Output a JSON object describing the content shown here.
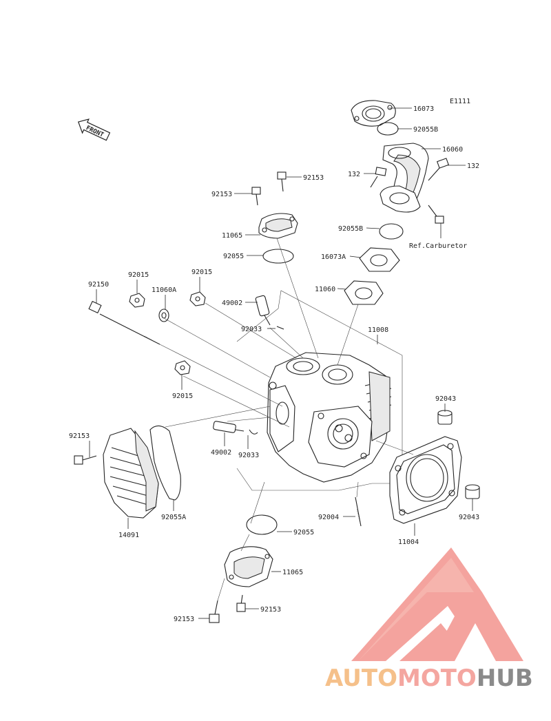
{
  "diagram": {
    "code": "E1111",
    "front_label": "FRONT",
    "ref_note": "Ref.Carburetor",
    "labels": [
      {
        "id": "16073",
        "text": "16073"
      },
      {
        "id": "92055B-top",
        "text": "92055B"
      },
      {
        "id": "16060",
        "text": "16060"
      },
      {
        "id": "132-right",
        "text": "132"
      },
      {
        "id": "132-left",
        "text": "132"
      },
      {
        "id": "92153-a",
        "text": "92153"
      },
      {
        "id": "92153-b",
        "text": "92153"
      },
      {
        "id": "92055B-low",
        "text": "92055B"
      },
      {
        "id": "11065-top",
        "text": "11065"
      },
      {
        "id": "92055-top",
        "text": "92055"
      },
      {
        "id": "16073A",
        "text": "16073A"
      },
      {
        "id": "11060",
        "text": "11060"
      },
      {
        "id": "92150",
        "text": "92150"
      },
      {
        "id": "92015-a",
        "text": "92015"
      },
      {
        "id": "11060A",
        "text": "11060A"
      },
      {
        "id": "92015-b",
        "text": "92015"
      },
      {
        "id": "49002-top",
        "text": "49002"
      },
      {
        "id": "92033-top",
        "text": "92033"
      },
      {
        "id": "11008",
        "text": "11008"
      },
      {
        "id": "92015-c",
        "text": "92015"
      },
      {
        "id": "92043-top",
        "text": "92043"
      },
      {
        "id": "92153-c",
        "text": "92153"
      },
      {
        "id": "49002-low",
        "text": "49002"
      },
      {
        "id": "92033-low",
        "text": "92033"
      },
      {
        "id": "92055A",
        "text": "92055A"
      },
      {
        "id": "92004",
        "text": "92004"
      },
      {
        "id": "92043-low",
        "text": "92043"
      },
      {
        "id": "14091",
        "text": "14091"
      },
      {
        "id": "92055-low",
        "text": "92055"
      },
      {
        "id": "11004",
        "text": "11004"
      },
      {
        "id": "11065-low",
        "text": "11065"
      },
      {
        "id": "92153-d",
        "text": "92153"
      },
      {
        "id": "92153-e",
        "text": "92153"
      }
    ]
  },
  "watermark": {
    "word_1": "AUTO",
    "word_2": "MOTO",
    "word_3": "HUB",
    "color_1": "#f5c08a",
    "color_2": "#f4a6a0",
    "color_3": "#8a8a8a",
    "logo_color": "#f39a94"
  }
}
